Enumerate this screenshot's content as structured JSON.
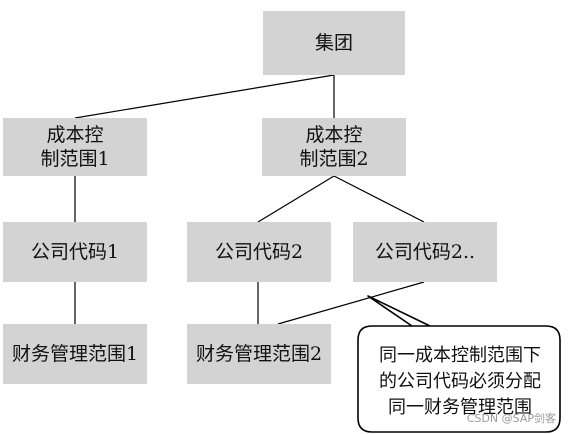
{
  "nodes": {
    "group": "集团",
    "cost_area_1": "成本控\n制范围1",
    "cost_area_2": "成本控\n制范围2",
    "company_code_1": "公司代码1",
    "company_code_2": "公司代码2",
    "company_code_2b": "公司代码2..",
    "finance_area_1": "财务管理范围1",
    "finance_area_2": "财务管理范围2"
  },
  "callout": {
    "text": "同一成本控制范围下\n的公司代码必须分配\n同一财务管理范围"
  },
  "watermark": "CSDN @SAP剑客",
  "colors": {
    "box_fill": "#d3d3d3",
    "line": "#000000"
  }
}
